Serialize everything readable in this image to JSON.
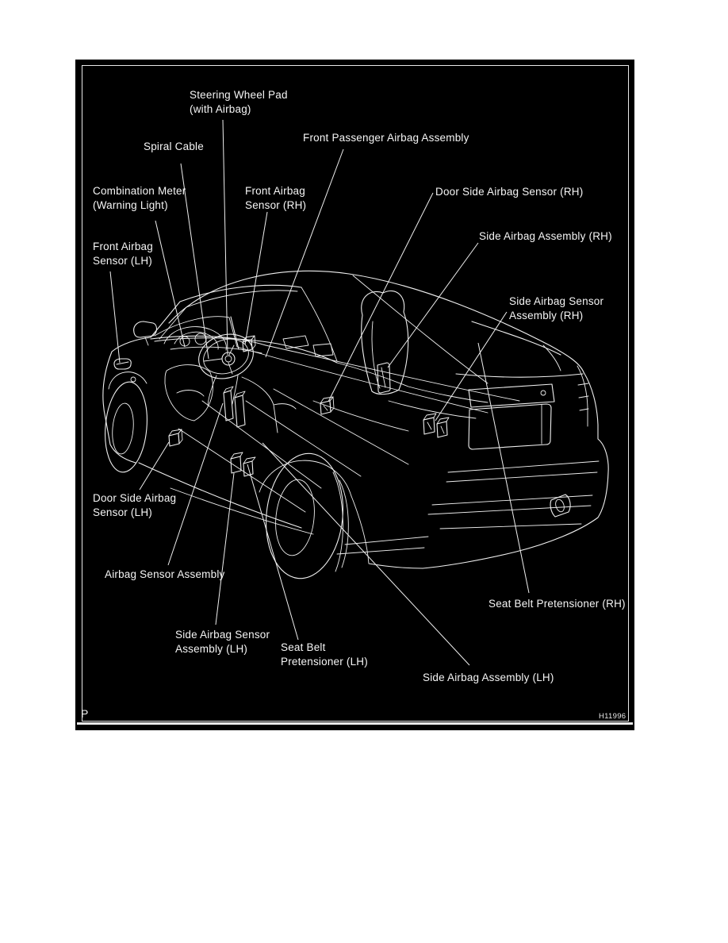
{
  "colors": {
    "page_background": "#ffffff",
    "diagram_background": "#000000",
    "line": "#efefef",
    "text": "#f5f5f5"
  },
  "figure": {
    "corner_mark": "P",
    "figure_code": "H11996"
  },
  "labels": {
    "steering_wheel_pad": {
      "line1": "Steering Wheel Pad",
      "line2": "(with Airbag)"
    },
    "spiral_cable": {
      "text": "Spiral Cable"
    },
    "front_passenger_airbag": {
      "text": "Front Passenger Airbag Assembly"
    },
    "combination_meter": {
      "line1": "Combination Meter",
      "line2": "(Warning Light)"
    },
    "front_airbag_sensor_rh": {
      "line1": "Front Airbag",
      "line2": "Sensor (RH)"
    },
    "door_side_airbag_sensor_rh": {
      "text": "Door Side Airbag Sensor (RH)"
    },
    "side_airbag_assembly_rh": {
      "text": "Side Airbag Assembly (RH)"
    },
    "front_airbag_sensor_lh": {
      "line1": "Front Airbag",
      "line2": "Sensor (LH)"
    },
    "side_airbag_sensor_assembly_rh": {
      "line1": "Side Airbag Sensor",
      "line2": "Assembly (RH)"
    },
    "door_side_airbag_sensor_lh": {
      "line1": "Door Side Airbag",
      "line2": "Sensor (LH)"
    },
    "airbag_sensor_assembly": {
      "text": "Airbag Sensor Assembly"
    },
    "side_airbag_sensor_assembly_lh": {
      "line1": "Side Airbag Sensor",
      "line2": "Assembly (LH)"
    },
    "seat_belt_pretensioner_lh": {
      "line1": "Seat Belt",
      "line2": "Pretensioner (LH)"
    },
    "seat_belt_pretensioner_rh": {
      "text": "Seat Belt Pretensioner (RH)"
    },
    "side_airbag_assembly_lh": {
      "text": "Side Airbag Assembly (LH)"
    }
  }
}
